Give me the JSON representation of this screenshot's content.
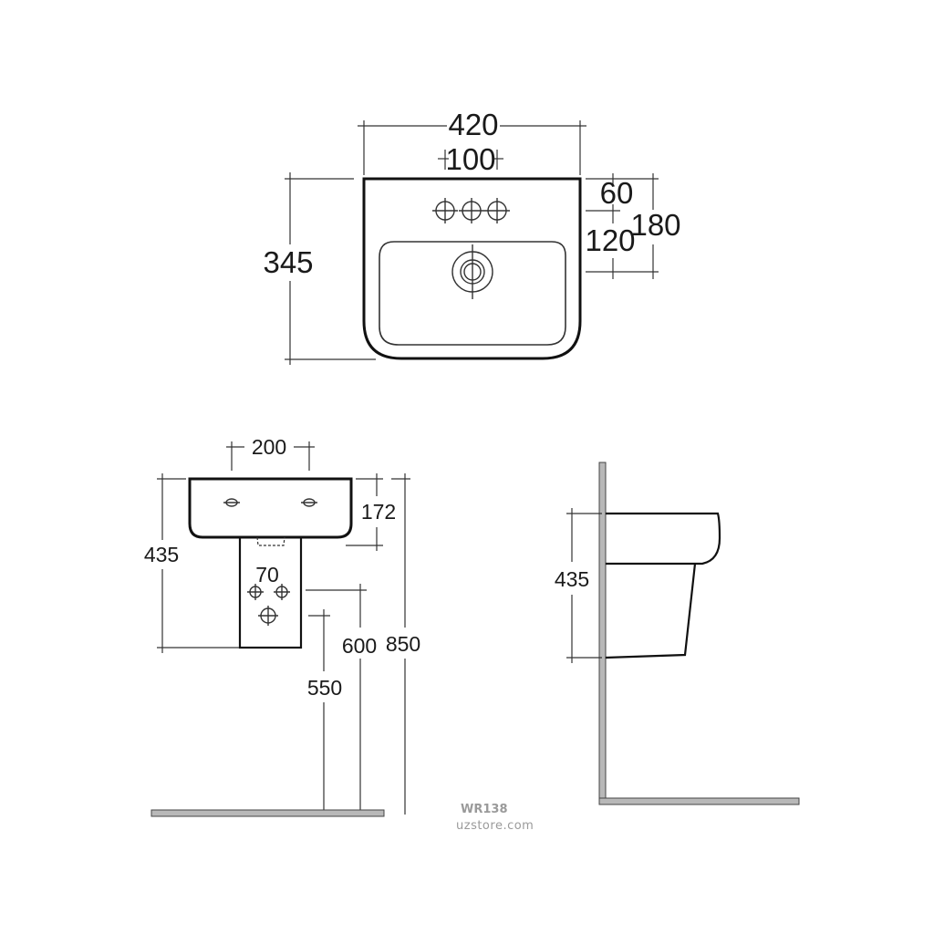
{
  "top_view": {
    "width_label": "420",
    "tap_spacing_label": "100",
    "depth_label": "345",
    "tap_offset_label": "60",
    "waste_offset_label": "120",
    "bowl_depth_label": "180"
  },
  "front_view": {
    "fixing_spacing_label": "200",
    "basin_height_label": "172",
    "pedestal_height_label": "435",
    "pipe_spacing_label": "70",
    "waste_height_label": "600",
    "supply_height_label": "550",
    "rim_height_label": "850"
  },
  "side_view": {
    "pedestal_height_label": "435"
  },
  "watermark": {
    "code": "WR138",
    "site": "uzstore.com"
  }
}
